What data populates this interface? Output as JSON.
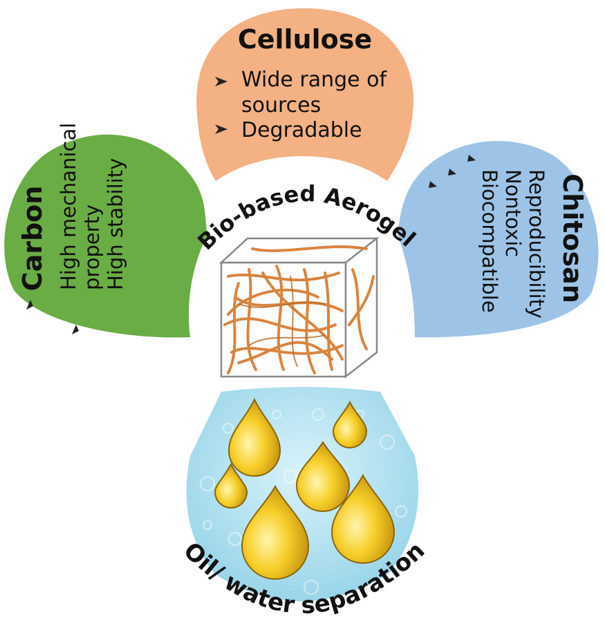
{
  "center": {
    "title": "Bio-based Aerogel"
  },
  "petals": {
    "cellulose": {
      "title": "Cellulose",
      "items": [
        "Wide range of",
        "sources",
        "Degradable"
      ],
      "color": "#f4b183"
    },
    "carbon": {
      "title": "Carbon",
      "items": [
        "High mechanical",
        "property",
        "High stability"
      ],
      "color": "#6aad45"
    },
    "chitosan": {
      "title": "Chitosan",
      "items": [
        "Reproducibility",
        "Nontoxic",
        "Biocompatible"
      ],
      "color": "#9dc3e6"
    },
    "application": {
      "title": "Oil/ water separation",
      "water_color": "#a8dcee",
      "drop_color": "#f5c518"
    }
  },
  "icons": {
    "bullet": "arrowhead-bullet-icon",
    "cube": "aerogel-fiber-cube-icon",
    "drop": "oil-droplet-icon"
  }
}
